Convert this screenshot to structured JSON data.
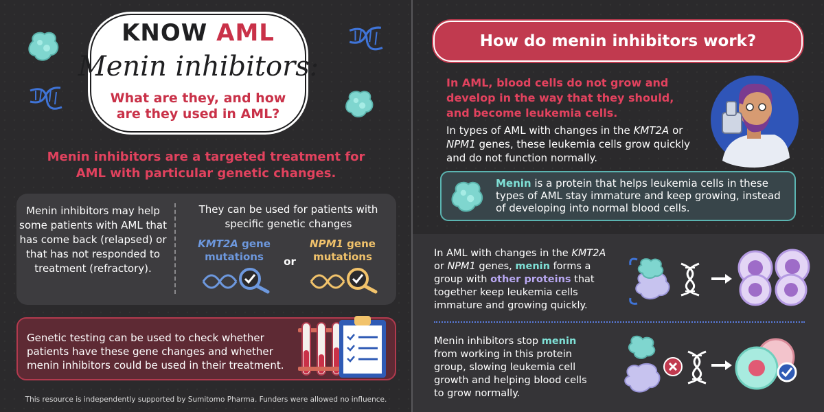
{
  "left": {
    "brand_know": "KNOW",
    "brand_aml": "AML",
    "title_script": "Menin inhibitors:",
    "title_sub": "What are they, and how are they used in AML?",
    "intro": "Menin inhibitors are a targeted treatment for AML with particular genetic changes.",
    "info_left": "Menin inhibitors may help some patients with AML that has come back (relapsed) or that has not responded to treatment (refractory).",
    "info_right": "They can be used for patients with specific genetic changes",
    "gene1_name": "KMT2A",
    "gene1_suffix": " gene mutations",
    "gene2_name": "NPM1",
    "gene2_suffix": " gene mutations",
    "or": "or",
    "testing": "Genetic testing can be used to check whether patients have these gene changes and whether menin inhibitors could be used in their treatment.",
    "footer": "This resource is independently supported by Sumitomo Pharma. Funders were allowed no influence."
  },
  "right": {
    "heading": "How do menin inhibitors work?",
    "red_text": "In AML, blood cells do not grow and develop in the way that they should, and become leukemia cells.",
    "white_a": "In types of AML with changes in the ",
    "white_gene1": "KMT2A",
    "white_b": " or ",
    "white_gene2": "NPM1",
    "white_c": " genes, these leukemia cells grow quickly and do not function normally.",
    "menin_word": "Menin",
    "menin_rest": " is a protein that helps leukemia cells in these types of AML stay immature and keep growing, instead of developing into normal blood cells.",
    "p1_a": "In AML with changes in the ",
    "p1_gene1": "KMT2A",
    "p1_b": " or ",
    "p1_gene2": "NPM1",
    "p1_c": " genes, ",
    "p1_menin": "menin",
    "p1_d": " forms a group with ",
    "p1_other": "other proteins",
    "p1_e": " that together keep leukemia cells immature and growing quickly.",
    "p2_a": "Menin inhibitors stop ",
    "p2_menin": "menin",
    "p2_b": " from working in this protein group, slowing leukemia cell growth and helping blood cells to grow normally."
  },
  "colors": {
    "background": "#2b2a2c",
    "accent_red": "#e2425e",
    "button_red": "#c13a4f",
    "teal": "#7fe0d6",
    "kmt2a_blue": "#6d98de",
    "npm1_yellow": "#f2c36b",
    "lavender": "#b9a8f2"
  },
  "icons": [
    "protein-blob-icon",
    "dna-icon",
    "magnifier-check-icon",
    "test-tubes-icon",
    "clipboard-icon",
    "scientist-illustration",
    "leukemia-cells-icon",
    "healthy-cell-check-icon",
    "blocked-x-icon",
    "arrow-right-icon"
  ]
}
